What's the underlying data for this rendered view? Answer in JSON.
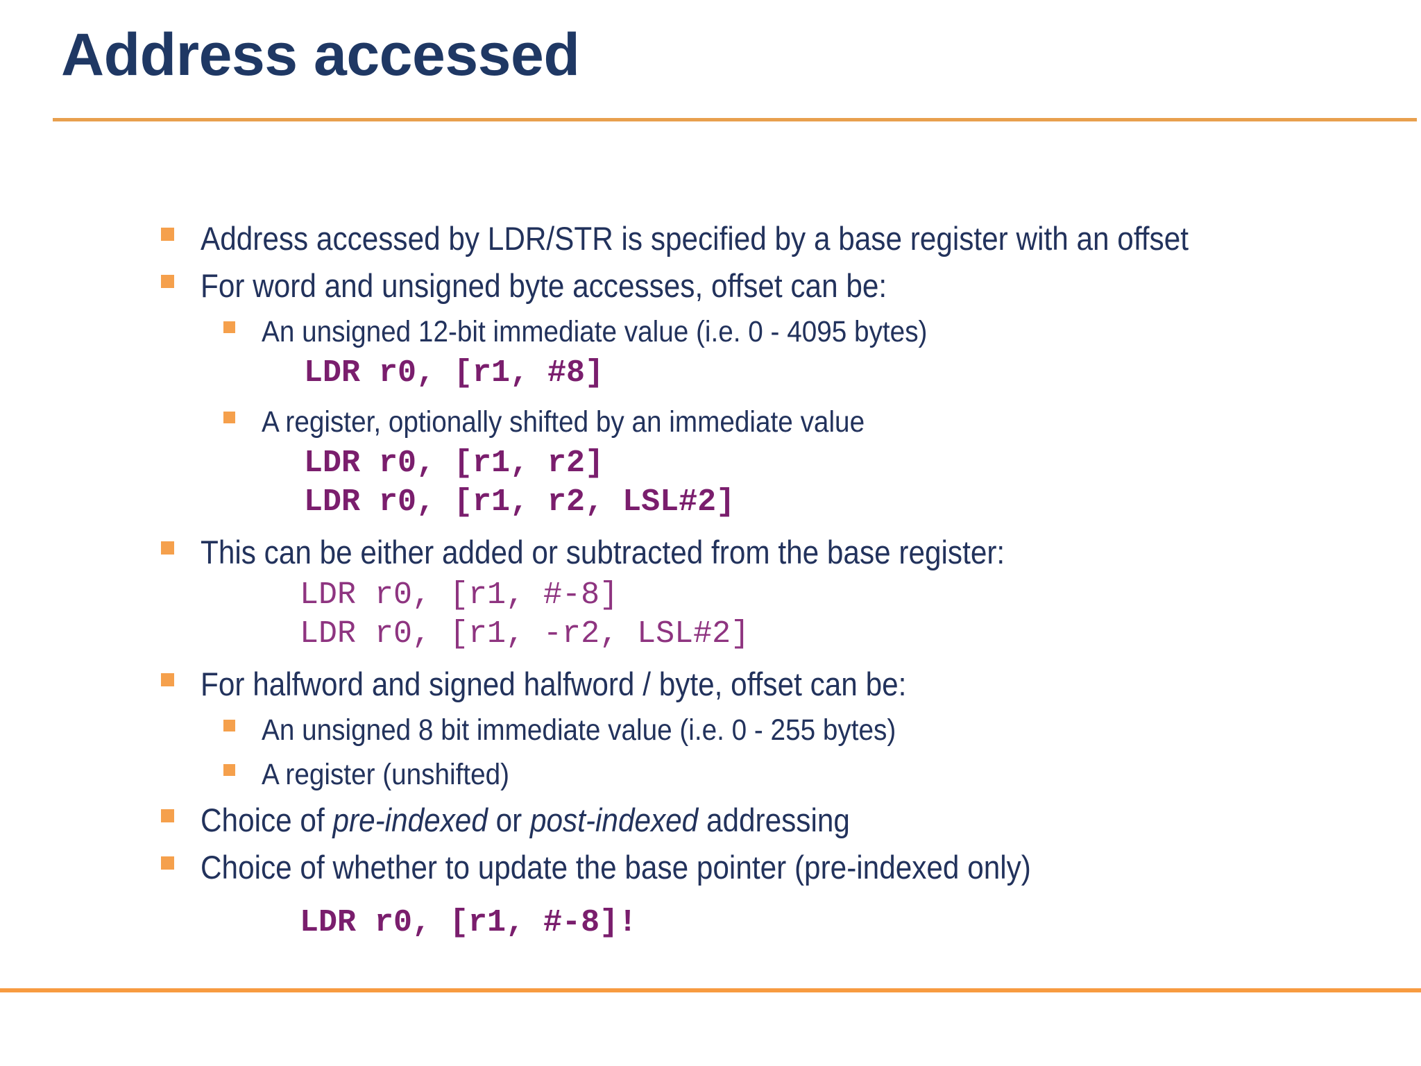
{
  "slide": {
    "title": "Address accessed",
    "colors": {
      "title": "#1F3864",
      "body_text": "#22325C",
      "bullet": "#F5A04C",
      "rule": "#F79B41",
      "code_bold": "#7A1E6D",
      "code_light": "#8E3480",
      "background": "#FFFFFF"
    },
    "content": {
      "b1": "Address accessed by LDR/STR is specified by a base register with an offset",
      "b2": "For word and unsigned byte accesses, offset can be:",
      "b2s1": "An unsigned 12-bit immediate value (i.e. 0 - 4095 bytes)",
      "b2s1_code1": "LDR r0, [r1, #8]",
      "b2s2": "A register, optionally shifted by an immediate value",
      "b2s2_code1": "LDR r0, [r1, r2]",
      "b2s2_code2": "LDR r0, [r1, r2, LSL#2]",
      "b3": "This can be either added or subtracted from the base register:",
      "b3_code1": "LDR r0, [r1, #-8]",
      "b3_code2": "LDR r0, [r1, -r2, LSL#2]",
      "b4": "For halfword and signed halfword / byte, offset can be:",
      "b4s1": "An unsigned 8 bit immediate value (i.e. 0 - 255 bytes)",
      "b4s2": "A register (unshifted)",
      "b5_pre": "Choice of ",
      "b5_em1": "pre-indexed",
      "b5_mid": " or ",
      "b5_em2": "post-indexed",
      "b5_post": " addressing",
      "b6": "Choice of whether to update the base pointer (pre-indexed only)",
      "b6_code1": "LDR r0, [r1, #-8]!"
    }
  }
}
